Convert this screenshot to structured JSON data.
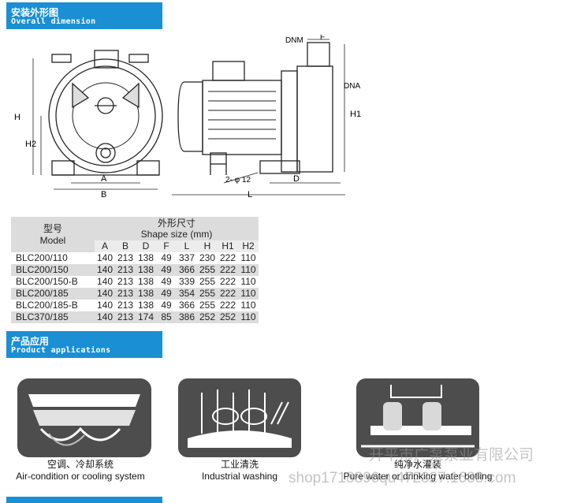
{
  "sections": {
    "dimension": {
      "title_cn": "安装外形图",
      "title_en": "Overall dimension"
    },
    "applications": {
      "title_cn": "产品应用",
      "title_en": "Product applications"
    }
  },
  "drawing_labels": {
    "front": {
      "a": "A",
      "b": "B",
      "h": "H",
      "h2": "H2"
    },
    "side": {
      "dnm": "DNM",
      "f": "F",
      "dna": "DNA",
      "h1": "H1",
      "d": "D",
      "l": "L",
      "holes": "2- φ 12"
    }
  },
  "table": {
    "model_header_cn": "型号",
    "model_header_en": "Model",
    "shape_header_cn": "外形尺寸",
    "shape_header_en": "Shape size (mm)",
    "columns": [
      "A",
      "B",
      "D",
      "F",
      "L",
      "H",
      "H1",
      "H2"
    ],
    "rows": [
      {
        "model": "BLC200/110",
        "values": [
          "140",
          "213",
          "138",
          "49",
          "337",
          "230",
          "222",
          "110"
        ]
      },
      {
        "model": "BLC200/150",
        "values": [
          "140",
          "213",
          "138",
          "49",
          "366",
          "255",
          "222",
          "110"
        ]
      },
      {
        "model": "BLC200/150-B",
        "values": [
          "140",
          "213",
          "138",
          "49",
          "339",
          "255",
          "222",
          "110"
        ]
      },
      {
        "model": "BLC200/185",
        "values": [
          "140",
          "213",
          "138",
          "49",
          "354",
          "255",
          "222",
          "110"
        ]
      },
      {
        "model": "BLC200/185-B",
        "values": [
          "140",
          "213",
          "138",
          "49",
          "366",
          "255",
          "222",
          "110"
        ]
      },
      {
        "model": "BLC370/185",
        "values": [
          "140",
          "213",
          "174",
          "85",
          "386",
          "252",
          "252",
          "110"
        ]
      }
    ]
  },
  "applications": [
    {
      "cn": "空调、冷却系统",
      "en": "Air-condition or cooling system"
    },
    {
      "cn": "工业清洗",
      "en": "Industrial washing"
    },
    {
      "cn": "纯净水灌装",
      "en": "Pure water or drinking water botling"
    }
  ],
  "watermark": {
    "line1": "开平市广泵泵业有限公司",
    "line2": "shop1718896qu472327.1688.com"
  },
  "colors": {
    "banner": "#1a8fd3",
    "table_shade": "#dcdcdc"
  }
}
